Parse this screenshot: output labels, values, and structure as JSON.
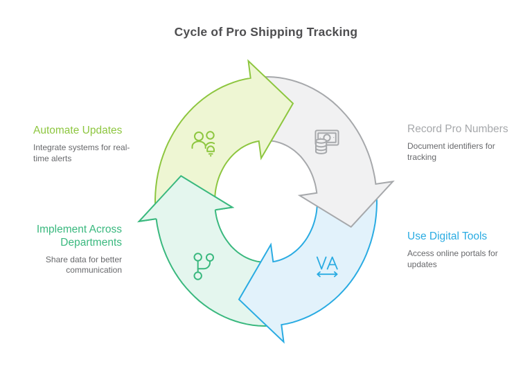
{
  "title": "Cycle of Pro Shipping Tracking",
  "items": [
    {
      "name": "automate-updates",
      "title": "Automate Updates",
      "description": "Integrate systems for real-time alerts",
      "icon": "people-bell-icon",
      "accent": "#8dc63f",
      "fill": "#eef6d3"
    },
    {
      "name": "record-pro-numbers",
      "title": "Record Pro Numbers",
      "description": "Document identifiers for tracking",
      "icon": "money-coins-icon",
      "accent": "#a6a8ab",
      "fill": "#f1f1f2"
    },
    {
      "name": "use-digital-tools",
      "title": "Use Digital Tools",
      "description": "Access online portals for updates",
      "icon": "kerning-width-icon",
      "accent": "#29abe2",
      "fill": "#e2f2fb"
    },
    {
      "name": "implement-across-departments",
      "title": "Implement Across Departments",
      "description": "Share data for better communication",
      "icon": "git-branch-icon",
      "accent": "#39b87e",
      "fill": "#e4f6ee"
    }
  ],
  "colors": {
    "background": "#ffffff",
    "title_text": "#4e4e50",
    "description_text": "#67686b"
  }
}
